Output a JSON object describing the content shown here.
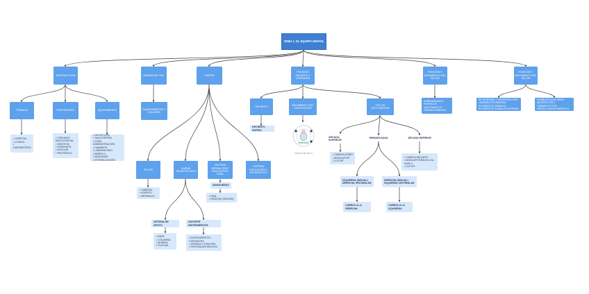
{
  "diagram": {
    "root": "TEMA 1. EL EQUIPO DENTAL",
    "branches": {
      "introduccion": {
        "label": "INTRODUCCIÓN",
        "trabajo": {
          "label": "TRABAJO",
          "items": [
            "HOSPITAL",
            "CLÍNICA",
            "LABORATORIO"
          ]
        },
        "profesiones": {
          "label": "PROFESIONES",
          "items": [
            "CIRUJANO MAXILOFACIAL",
            "DENTISTA",
            "HIGIENISTA",
            "AUXILIAR",
            "PROTÉSICO"
          ]
        },
        "equipamiento": {
          "label": "EQUIPAMIENTO",
          "items": [
            "RECEPCIÓN",
            "SALA ESPERA",
            "ZONA ADMINISTRACIÓN",
            "GABINETE",
            "LABORATORIO",
            "BAÑOS X",
            "MAQUINAS",
            "ESTERILIZACIÓN"
          ]
        }
      },
      "normativa": {
        "label": "NORMATIVA \"ISO\"",
        "child": "EQUIPAMIENTOS Y SILLONES"
      },
      "partes": {
        "label": "PARTES",
        "sillon": {
          "label": "SILLÓN",
          "items": [
            "CABEZAL",
            "ASIENTO",
            "RESPALDO"
          ]
        },
        "unidad": {
          "label": "UNIDAD ODONTOLÓGICA",
          "apoyo": {
            "label": "SISTEMA DE APOYO",
            "items": [
              "BASE",
              "COLUMNA",
              "MUEBLE",
              "PLATINA"
            ]
          },
          "soporte": {
            "label": "SOPORTE INSTRUMENTOS",
            "items": [
              "INSTRUMENTOS CORTANTES",
              "JERINGA 3 FUNCIÓN",
              "SISTEMA ASPIRACIÓN"
            ]
          }
        },
        "aspiracion": {
          "label": "SISTEMA ASPIRACIÓN Y EVACUACIÓN FINAL",
          "title": "MANGUERAS",
          "items": [
            "FINA",
            "GRUESA (CIRUGÍA)"
          ]
        },
        "evacuacion": {
          "label": "SISTEMA EVACUACIÓN Y ARCHIVÍSTICO"
        }
      },
      "posicion_paciente": {
        "label": "POSICIÓN PACIENTE Y OPERADOR",
        "paciente": {
          "label": "PACIENTE",
          "child": "DECÚBITO SUPINO"
        },
        "movimiento": {
          "label": "MOVIMIENTO DEL ODONTÓLOGO",
          "figure_caption": "TÉCNICA DEL RELOJ"
        },
        "exploracion": {
          "label": "TIPO DE EXPLORACIÓN",
          "superior": {
            "label": "ARCADA SUPERIOR",
            "items": [
              "CABEZA ATRÁS",
              "MAXILAR 90º",
              "LUZ 45º"
            ]
          },
          "hemiarcadas": {
            "label": "HEMIARCADAS",
            "izq": {
              "label": "IZQUIERDA (INGUAL) DERECHA VESTIBULAR",
              "child": "CABEZA A LA DERECHA"
            },
            "der": {
              "label": "DERECHA (INGUAL) IZQUIERDA VESTIBULAR",
              "child": "CABEZA A LA IZQUIERDA"
            }
          },
          "inferior": {
            "label": "ARCADA INFERIOR",
            "items": [
              "CABEZA DELANTE",
              "MAXILAR PARALELO AL SUELO",
              "LUZ 90º"
            ]
          }
        }
      },
      "posicion_movimiento": {
        "label": "POSICIÓN Y MOVIMIENTO DEL SILLÓN",
        "items": [
          "SUBIDA/BAJADA",
          "RESPALDO",
          "0 AUTOMÁTICO",
          "TRENDELENBURG"
        ]
      },
      "posicion_movimiento_2": {
        "label": "POSICIÓN Y MOVIMIENTO DEL SILLÓN",
        "list_a": [
          "ED INTEGRAL Y NEGATOSCOPIO",
          "LÁMPARA POLIMERIZA",
          "ELEMENTOS TRABAJO",
          "ELEMENTOS TRABAJO EXTERNO"
        ],
        "list_b": [
          "MUEBLES AUXILIARES",
          "MICROSCOPIO",
          "CÁMARA FOTOS",
          "PANTALLAS/INFORMÁTICA"
        ]
      }
    }
  },
  "colors": {
    "node": "#5ea1ec",
    "root": "#3f7fd3",
    "leaf": "#d8e8fb",
    "edge": "#3a3a3a"
  }
}
